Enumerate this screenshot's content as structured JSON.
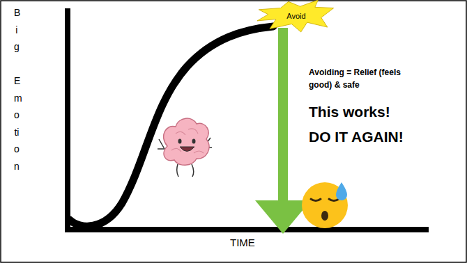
{
  "diagram": {
    "nodes": [
      {
        "text": [
          "Avoid"
        ]
      }
    ],
    "labels": [
      "Big",
      "Emotion",
      "TIME",
      "Avoiding = Relief (feels good) & safe",
      "This works!",
      "DO IT AGAIN!"
    ]
  }
}
